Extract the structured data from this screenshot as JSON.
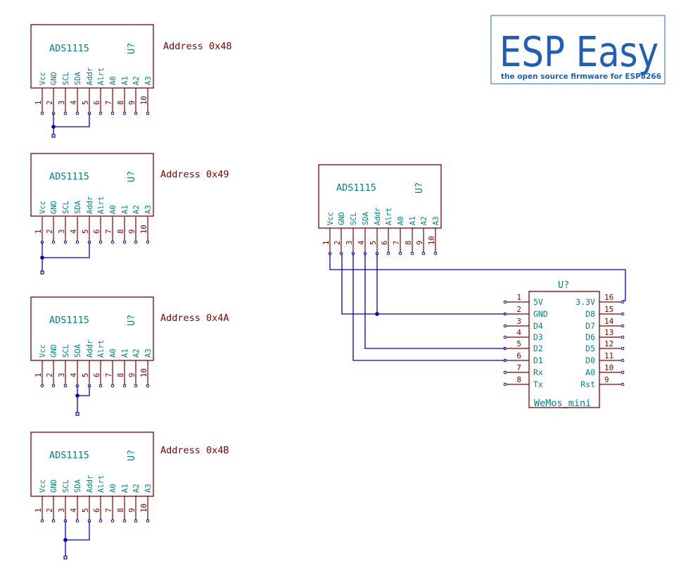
{
  "logo": {
    "title": "ESP Easy",
    "subtitle": "the open source firmware for ESP8266"
  },
  "ads_modules": [
    {
      "name": "ADS1115",
      "ref": "U?",
      "address": "Address 0x48"
    },
    {
      "name": "ADS1115",
      "ref": "U?",
      "address": "Address 0x49"
    },
    {
      "name": "ADS1115",
      "ref": "U?",
      "address": "Address 0x4A"
    },
    {
      "name": "ADS1115",
      "ref": "U?",
      "address": "Address 0x4B"
    },
    {
      "name": "ADS1115",
      "ref": "U?",
      "address": ""
    }
  ],
  "ads_pins": {
    "names": [
      "Vcc",
      "GND",
      "SCL",
      "SDA",
      "Addr",
      "Alrt",
      "A0",
      "A1",
      "A2",
      "A3"
    ],
    "numbers": [
      "1",
      "2",
      "3",
      "4",
      "5",
      "6",
      "7",
      "8",
      "9",
      "10"
    ]
  },
  "wemos": {
    "ref": "U?",
    "name": "WeMos_mini",
    "left_pins": [
      {
        "num": "1",
        "label": "5V"
      },
      {
        "num": "2",
        "label": "GND"
      },
      {
        "num": "3",
        "label": "D4"
      },
      {
        "num": "4",
        "label": "D3"
      },
      {
        "num": "5",
        "label": "D2"
      },
      {
        "num": "6",
        "label": "D1"
      },
      {
        "num": "7",
        "label": "Rx"
      },
      {
        "num": "8",
        "label": "Tx"
      }
    ],
    "right_pins": [
      {
        "num": "16",
        "label": "3.3V"
      },
      {
        "num": "15",
        "label": "D8"
      },
      {
        "num": "14",
        "label": "D7"
      },
      {
        "num": "13",
        "label": "D6"
      },
      {
        "num": "12",
        "label": "D5"
      },
      {
        "num": "11",
        "label": "D0"
      },
      {
        "num": "10",
        "label": "A0"
      },
      {
        "num": "9",
        "label": "Rst"
      }
    ]
  },
  "colors": {
    "component": "#800000",
    "text": "#008484",
    "wire": "#0000c0",
    "logo": "#1f5fb8"
  },
  "address_pin_links": [
    {
      "module": "0x48",
      "addr_to_pin": "GND"
    },
    {
      "module": "0x49",
      "addr_to_pin": "Vcc"
    },
    {
      "module": "0x4A",
      "addr_to_pin": "SDA"
    },
    {
      "module": "0x4B",
      "addr_to_pin": "SCL"
    }
  ],
  "bus_connections": [
    {
      "ads_pin": "Vcc",
      "wemos_pin": "3.3V"
    },
    {
      "ads_pin": "GND",
      "wemos_pin": "GND"
    },
    {
      "ads_pin": "Addr",
      "wemos_pin": "GND"
    },
    {
      "ads_pin": "SDA",
      "wemos_pin": "D2"
    },
    {
      "ads_pin": "SCL",
      "wemos_pin": "D1"
    }
  ]
}
